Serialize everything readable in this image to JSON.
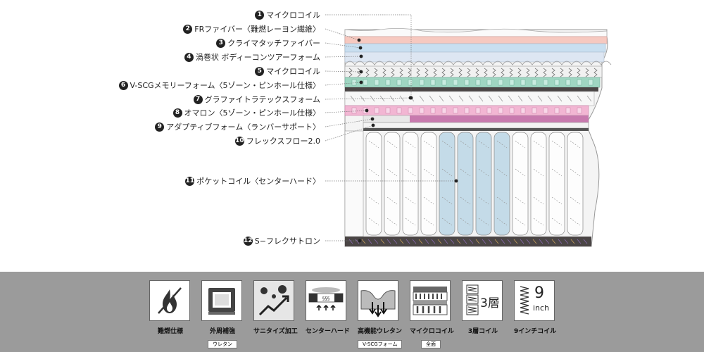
{
  "layers": [
    {
      "n": "1",
      "label": "マイクロコイル"
    },
    {
      "n": "2",
      "label": "FRファイバー〈難燃レーヨン繊維〉"
    },
    {
      "n": "3",
      "label": "クライマタッチファイバー"
    },
    {
      "n": "4",
      "label": "渦巻状 ボディーコンツアーフォーム"
    },
    {
      "n": "5",
      "label": "マイクロコイル"
    },
    {
      "n": "6",
      "label": "V-SCGメモリーフォーム〈5ゾーン・ピンホール仕様〉"
    },
    {
      "n": "7",
      "label": "グラファイトラテックスフォーム"
    },
    {
      "n": "8",
      "label": "オマロン〈5ゾーン・ピンホール仕様〉"
    },
    {
      "n": "9",
      "label": "アダプティブフォーム〈ランバーサポート〉"
    },
    {
      "n": "10",
      "label": "フレックスフロー2.0"
    },
    {
      "n": "11",
      "label": "ポケットコイル〈センターハード〉"
    },
    {
      "n": "12",
      "label": "S−フレクサトロン"
    }
  ],
  "features": [
    {
      "label": "難燃仕様",
      "sub": "",
      "icon": "flame-retardant-icon"
    },
    {
      "label": "外周補強",
      "sub": "ウレタン",
      "icon": "edge-support-icon"
    },
    {
      "label": "サニタイズ加工",
      "sub": "",
      "icon": "sanitize-icon"
    },
    {
      "label": "センターハード",
      "sub": "",
      "icon": "center-hard-icon"
    },
    {
      "label": "高機能ウレタン",
      "sub": "V-SCGフォーム",
      "icon": "memory-foam-icon"
    },
    {
      "label": "マイクロコイル",
      "sub": "全面",
      "icon": "micro-coil-icon"
    },
    {
      "label": "3層コイル",
      "sub": "",
      "icon": "three-layer-coil-icon",
      "badge": "3層"
    },
    {
      "label": "9インチコイル",
      "sub": "",
      "icon": "nine-inch-coil-icon",
      "badge_num": "9",
      "badge_unit": "inch"
    }
  ],
  "colors": {
    "footer_bg": "#9b9b9b",
    "fr_fiber": "#f6c9c0",
    "climatouch": "#c9dff0",
    "contour": "#dde6f2",
    "memory_foam": "#9fd6c2",
    "omalon": "#f2b6d3",
    "adaptive": "#c87aae",
    "pocket_center": "#c4dbe8",
    "base": "#4a4545"
  }
}
